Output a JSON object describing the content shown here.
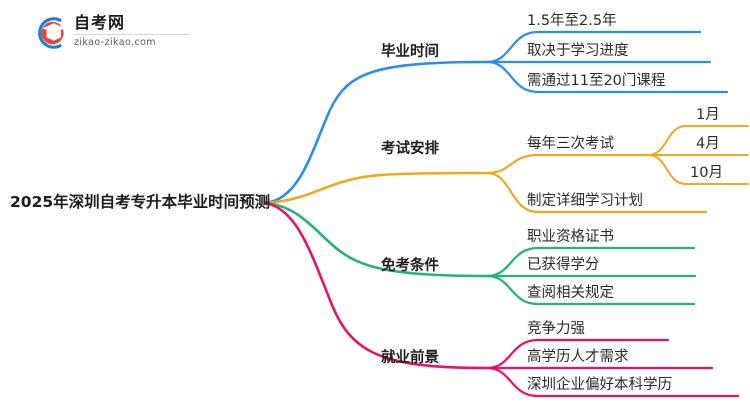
{
  "logo": {
    "name_cn": "自考网",
    "url": "zikao-zikao.com",
    "mark_icon": "graduation-cap-icon",
    "arc_color": "#1a7fd4",
    "cap_color": "#e03127"
  },
  "mindmap": {
    "root": {
      "label": "2025年深圳自考专升本毕业时间预测"
    },
    "branches": [
      {
        "label": "毕业时间",
        "color": "#2a8fe8",
        "children": [
          {
            "label": "1.5年至2.5年"
          },
          {
            "label": "取决于学习进度"
          },
          {
            "label": "需通过11至20门课程"
          }
        ]
      },
      {
        "label": "考试安排",
        "color": "#f0a91b",
        "children": [
          {
            "label": "每年三次考试",
            "children": [
              {
                "label": "1月"
              },
              {
                "label": "4月"
              },
              {
                "label": "10月"
              }
            ]
          },
          {
            "label": "制定详细学习计划"
          }
        ]
      },
      {
        "label": "免考条件",
        "color": "#22b573",
        "children": [
          {
            "label": "职业资格证书"
          },
          {
            "label": "已获得学分"
          },
          {
            "label": "查阅相关规定"
          }
        ]
      },
      {
        "label": "就业前景",
        "color": "#ec1164",
        "children": [
          {
            "label": "竞争力强"
          },
          {
            "label": "高学历人才需求"
          },
          {
            "label": "深圳企业偏好本科学历"
          }
        ]
      }
    ]
  }
}
